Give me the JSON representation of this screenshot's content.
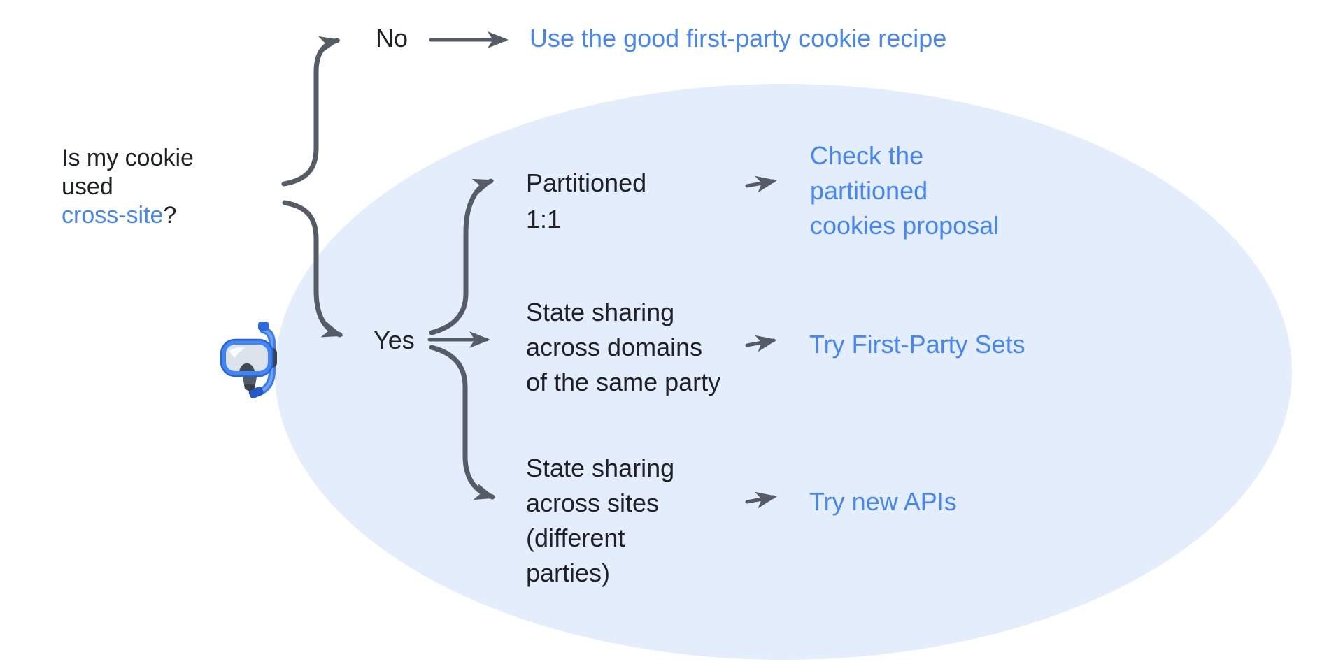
{
  "title": "Cookie cross-site decision flowchart",
  "question": {
    "prefix": "Is my cookie\nused\n",
    "highlight": "cross-site",
    "suffix": "?"
  },
  "branches": {
    "no": {
      "label": "No",
      "result": "Use the good first-party cookie recipe"
    },
    "yes": {
      "label": "Yes",
      "options": [
        {
          "label": "Partitioned\n1:1",
          "result": "Check the\npartitioned\ncookies proposal"
        },
        {
          "label": "State sharing\nacross domains\nof the same party",
          "result": "Try First-Party Sets"
        },
        {
          "label": "State sharing\nacross sites\n(different\nparties)",
          "result": "Try new APIs"
        }
      ]
    }
  },
  "icons": {
    "diving_mask": "diving-mask-icon"
  },
  "colors": {
    "link_blue": "#4686f4",
    "text_black": "#202124",
    "arrow_gray": "#565c66",
    "ellipse_fill": "#e4edfc"
  }
}
